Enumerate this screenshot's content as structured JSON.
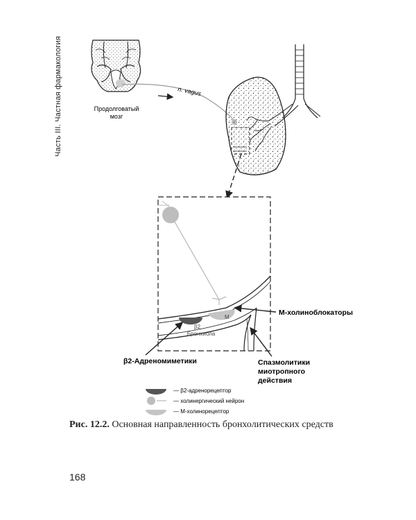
{
  "header": {
    "running_title": "Часть III. Частная фармакология"
  },
  "figure": {
    "labels": {
      "medulla": [
        "Продолговатый",
        "мозг"
      ],
      "vagus": "n. vagus",
      "m_receptor_short": "M",
      "beta2_short": "β2",
      "bronchiole": "Бронхиола",
      "m_blockers": "М-холиноблокаторы",
      "beta2_agonists": "β2-Адреномиметики",
      "spasmolytics": [
        "Спазмолитики",
        "миотропного",
        "действия"
      ]
    },
    "legend": [
      {
        "icon": "beta2-receptor",
        "text": "— β2-адренорецептор"
      },
      {
        "icon": "cholinergic-neuron",
        "text": "— холинергический нейрон"
      },
      {
        "icon": "m-receptor",
        "text": "— М-холинорецептор"
      }
    ]
  },
  "caption": {
    "label": "Рис. 12.2.",
    "text": " Основная направленность бронхолитических средств"
  },
  "page_number": "168",
  "colors": {
    "ink": "#222222",
    "receptor_dark": "#555555",
    "neuron_gray": "#bdbdbd",
    "receptor_light": "#c4c4c4"
  }
}
